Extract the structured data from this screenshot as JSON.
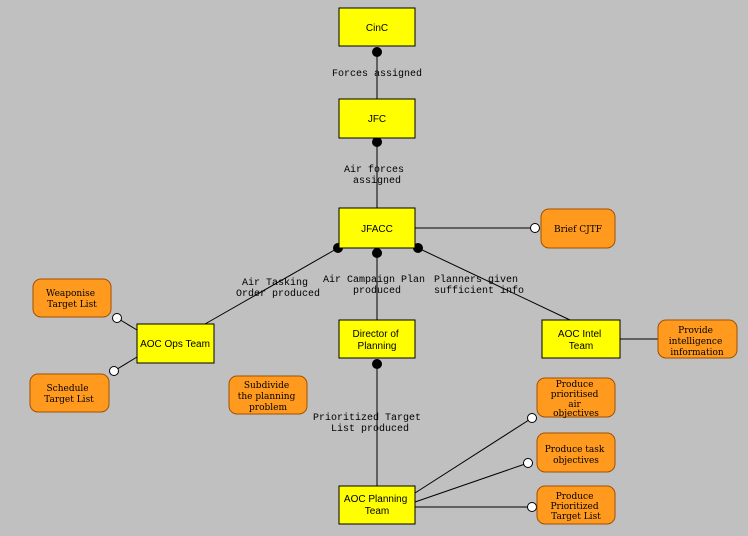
{
  "agents": {
    "cinc": [
      "CinC"
    ],
    "jfc": [
      "JFC"
    ],
    "jfacc": [
      "JFACC"
    ],
    "aoc_ops": [
      "AOC Ops Team"
    ],
    "director": [
      "Director of",
      "Planning"
    ],
    "aoc_intel": [
      "AOC Intel",
      "Team"
    ],
    "aoc_planning": [
      "AOC Planning",
      "Team"
    ]
  },
  "tasks": {
    "brief_cjtf": [
      "Brief CJTF"
    ],
    "weaponise": [
      "Weaponise",
      "Target List"
    ],
    "schedule": [
      "Schedule",
      "Target List"
    ],
    "subdivide": [
      "Subdivide",
      "the planning",
      "problem"
    ],
    "provide_intel": [
      "Provide",
      "intelligence",
      "information"
    ],
    "prioritised_air": [
      "Produce",
      "prioritised",
      "air",
      "objectives"
    ],
    "task_objectives": [
      "Produce task",
      "objectives"
    ],
    "prioritized_target": [
      "Produce",
      "Prioritized",
      "Target List"
    ]
  },
  "links": {
    "forces_assigned": [
      "Forces assigned"
    ],
    "air_forces": [
      "Air forces",
      "assigned"
    ],
    "ato": [
      "Air Tasking",
      "Order produced"
    ],
    "acp": [
      "Air Campaign Plan",
      "produced"
    ],
    "planners": [
      "Planners given",
      "sufficient info"
    ],
    "ptl": [
      "Prioritized Target",
      "List produced"
    ]
  }
}
